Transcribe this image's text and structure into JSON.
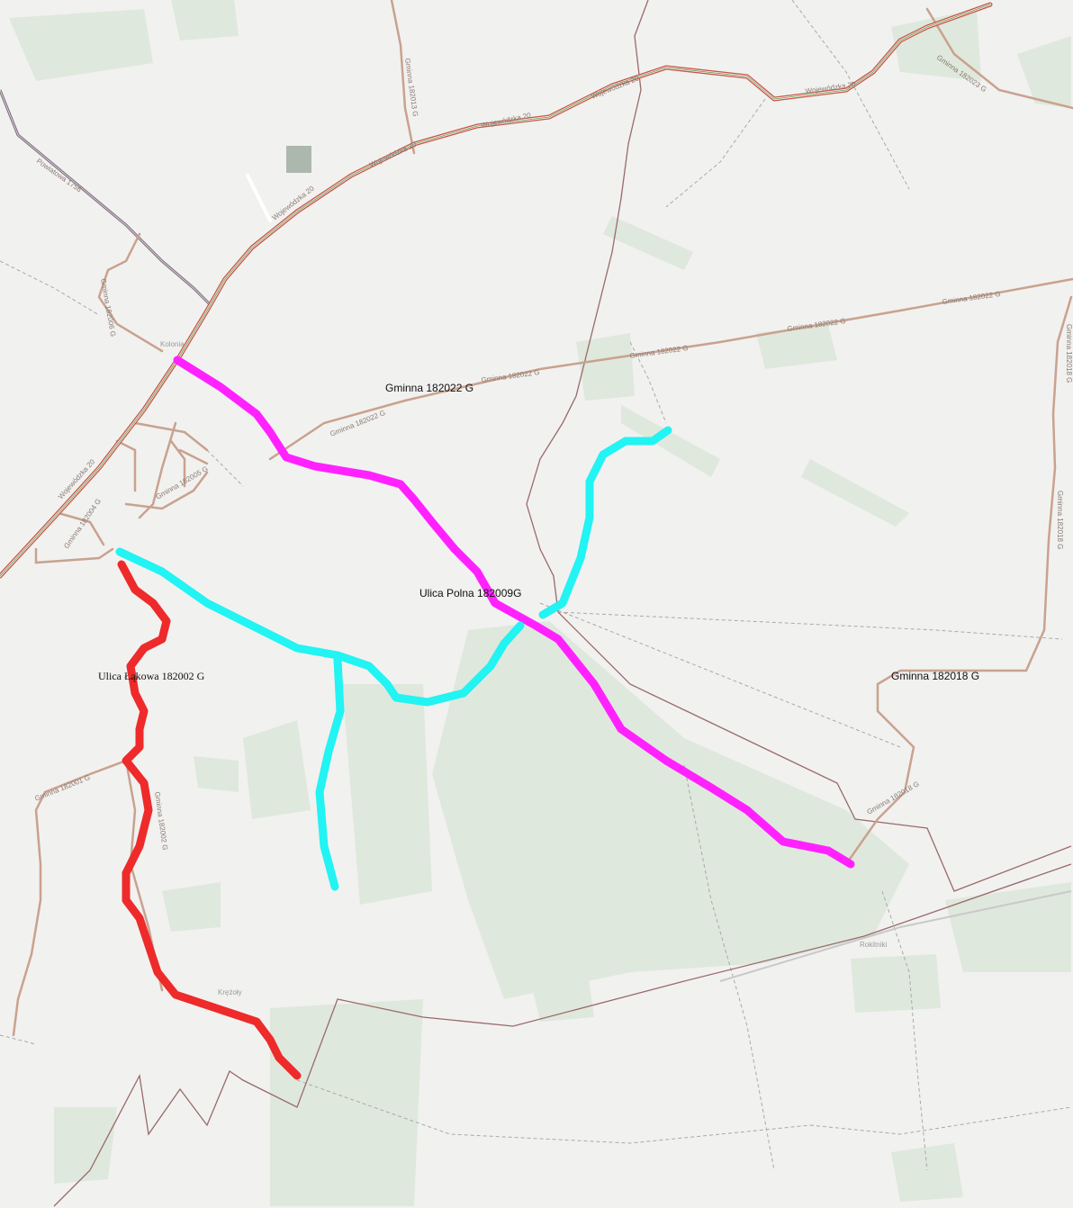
{
  "map": {
    "colors": {
      "background": "#f1f1f0",
      "forest": "#dfe8dc",
      "main_road_casing": "#c8554a",
      "main_road_inner": "#6a9a5a",
      "local_road": "#c9a28e",
      "rail": "#7a6a7a",
      "boundary": "#9a6a6a",
      "path": "#a9a9a9",
      "route_magenta": "#ff22ff",
      "route_cyan": "#22f3f3",
      "route_red": "#ee2a2a"
    },
    "annotations": {
      "gminna_182022": "Gminna 182022 G",
      "ulica_polna": "Ulica Polna 182009G",
      "ulica_lakowa": "Ulica Łąkowa 182002 G",
      "gminna_182018": "Gminna 182018 G"
    },
    "road_labels": {
      "wojewodzka_20_a": "Wojewódzka 20",
      "wojewodzka_20_b": "Wojewódzka 20",
      "wojewodzka_20_c": "Wojewódzka 20",
      "wojewodzka_20_d": "Wojewódzka 20",
      "wojewodzka_20_e": "Wojewódzka 20",
      "wojewodzka_20_f": "Wojewódzka 20",
      "powiatowa_1756": "Powiatowa 1756",
      "gminna_182013": "Gminna 182013 G",
      "gminna_182022_b": "Gminna 182022 G",
      "gminna_182022_c": "Gminna 182022 G",
      "gminna_182022_d": "Gminna 182022 G",
      "gminna_182022_e": "Gminna 182022 G",
      "gminna_182022_f": "Gminna 182022 G",
      "gminna_182023": "Gminna 182023 G",
      "gminna_182018_a": "Gminna 182018 G",
      "gminna_182018_b": "Gminna 182018 G",
      "gminna_182018_c": "Gminna 182018 G",
      "gminna_182001": "Gminna 182001 G",
      "gminna_182002": "Gminna 182002 G",
      "gminna_182004": "Gminna 182004 G",
      "gminna_182005": "Gminna 182005 G",
      "gminna_182006": "Gminna 182006 G"
    },
    "place_labels": {
      "kolonia": "Kolonia",
      "krezoly": "Krężoły",
      "rokitniki": "Rokitniki"
    }
  }
}
